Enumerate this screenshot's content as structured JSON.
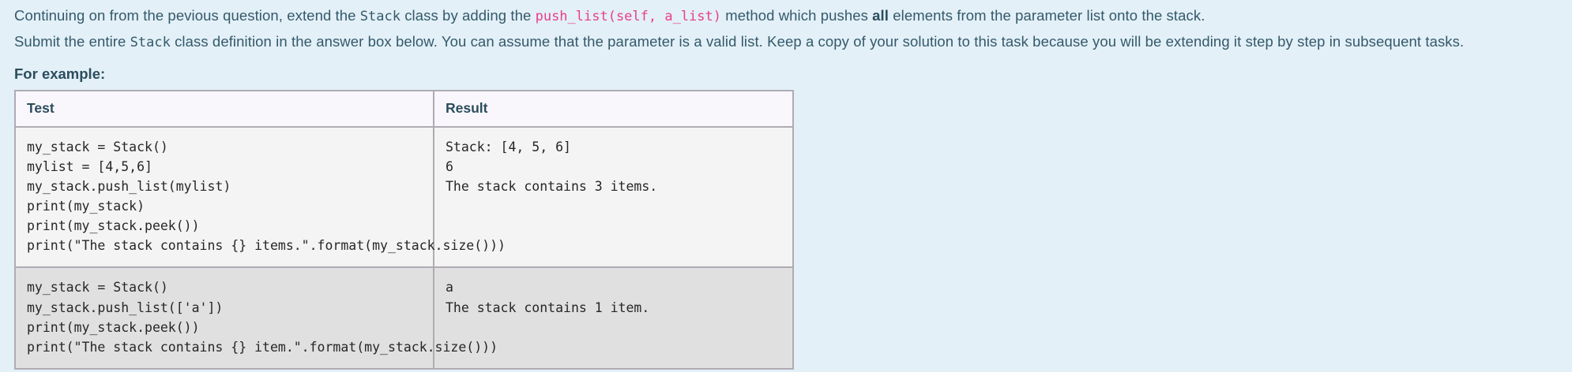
{
  "question": {
    "paragraph1": {
      "seg1": "Continuing on from the pevious question, extend the ",
      "code1": "Stack",
      "seg2": " class by adding the ",
      "code2": "push_list(self, a_list)",
      "seg3": " method which pushes ",
      "bold1": "all",
      "seg4": " elements from the parameter list onto the stack."
    },
    "paragraph2": {
      "seg1": "Submit the entire ",
      "code1": "Stack",
      "seg2": " class definition in the answer box below. You can assume that the parameter is a valid list. Keep a copy of your solution to this task because you will be extending it step by step in subsequent tasks."
    },
    "for_example_label": "For example:"
  },
  "examples_table": {
    "columns": [
      "Test",
      "Result"
    ],
    "rows": [
      {
        "test": "my_stack = Stack()\nmylist = [4,5,6]\nmy_stack.push_list(mylist)\nprint(my_stack)\nprint(my_stack.peek())\nprint(\"The stack contains {} items.\".format(my_stack.size()))",
        "result": "Stack: [4, 5, 6]\n6\nThe stack contains 3 items."
      },
      {
        "test": "my_stack = Stack()\nmy_stack.push_list(['a'])\nprint(my_stack.peek())\nprint(\"The stack contains {} item.\".format(my_stack.size()))",
        "result": "a\nThe stack contains 1 item."
      }
    ]
  },
  "colors": {
    "page_background": "#e3f0f7",
    "body_text": "#34596b",
    "inline_code_accent": "#e83e8c",
    "table_border": "#b0abb3",
    "header_cell_background": "#f9f7fc",
    "row_odd_background": "#f4f4f4",
    "row_even_background": "#e0e0e0"
  }
}
